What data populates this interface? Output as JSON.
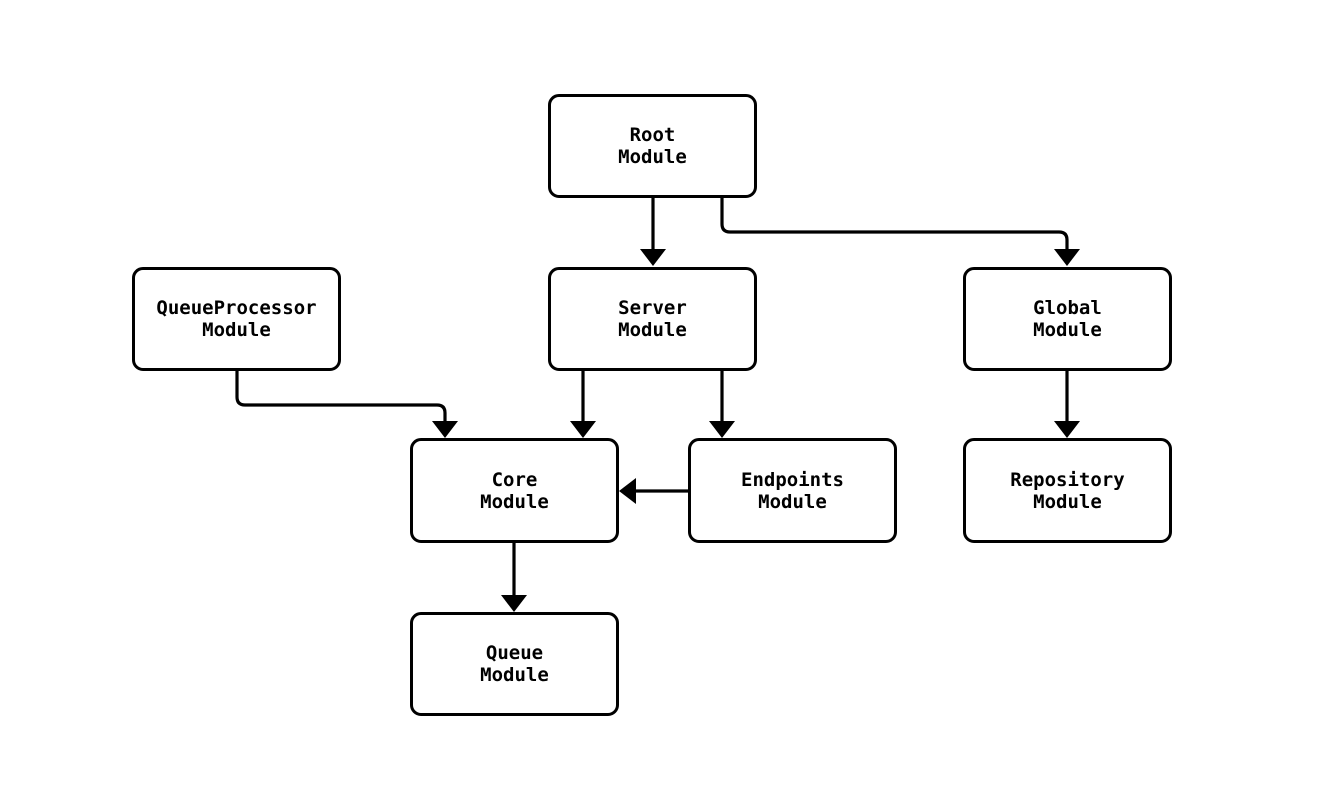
{
  "diagram": {
    "type": "module-dependency-flowchart",
    "colors": {
      "background": "#ffffff",
      "node_fill": "#ffffff",
      "node_border": "#000000",
      "edge_stroke": "#000000",
      "text": "#000000"
    },
    "nodes": {
      "root": {
        "label": "Root\nModule"
      },
      "qproc": {
        "label": "QueueProcessor\nModule"
      },
      "server": {
        "label": "Server\nModule"
      },
      "global": {
        "label": "Global\nModule"
      },
      "core": {
        "label": "Core\nModule"
      },
      "endpoints": {
        "label": "Endpoints\nModule"
      },
      "repository": {
        "label": "Repository\nModule"
      },
      "queue": {
        "label": "Queue\nModule"
      }
    },
    "edges": [
      {
        "from": "Root Module",
        "to": "Server Module"
      },
      {
        "from": "Root Module",
        "to": "Global Module"
      },
      {
        "from": "QueueProcessor Module",
        "to": "Core Module"
      },
      {
        "from": "Server Module",
        "to": "Core Module"
      },
      {
        "from": "Server Module",
        "to": "Endpoints Module"
      },
      {
        "from": "Endpoints Module",
        "to": "Core Module"
      },
      {
        "from": "Global Module",
        "to": "Repository Module"
      },
      {
        "from": "Core Module",
        "to": "Queue Module"
      }
    ]
  }
}
